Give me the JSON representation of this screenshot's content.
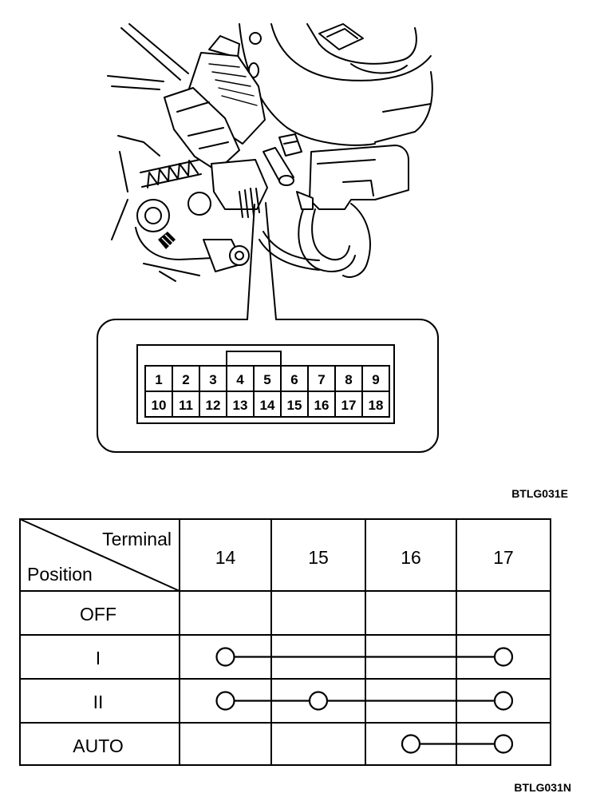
{
  "illustration": {
    "icon": "steering-column-switch-drawing"
  },
  "connector": {
    "pins_row1": [
      "1",
      "2",
      "3",
      "4",
      "5",
      "6",
      "7",
      "8",
      "9"
    ],
    "pins_row2": [
      "10",
      "11",
      "12",
      "13",
      "14",
      "15",
      "16",
      "17",
      "18"
    ]
  },
  "figure_codes": {
    "connector_figure": "BTLG031E",
    "table_figure": "BTLG031N"
  },
  "table": {
    "header": {
      "terminal_label": "Terminal",
      "position_label": "Position"
    },
    "terminals": [
      "14",
      "15",
      "16",
      "17"
    ],
    "rows": [
      {
        "position": "OFF",
        "connected": []
      },
      {
        "position": "I",
        "connected": [
          14,
          17
        ]
      },
      {
        "position": "II",
        "connected": [
          14,
          15,
          17
        ]
      },
      {
        "position": "AUTO",
        "connected": [
          16,
          17
        ]
      }
    ]
  },
  "colors": {
    "line": "#000000",
    "background": "#ffffff"
  }
}
